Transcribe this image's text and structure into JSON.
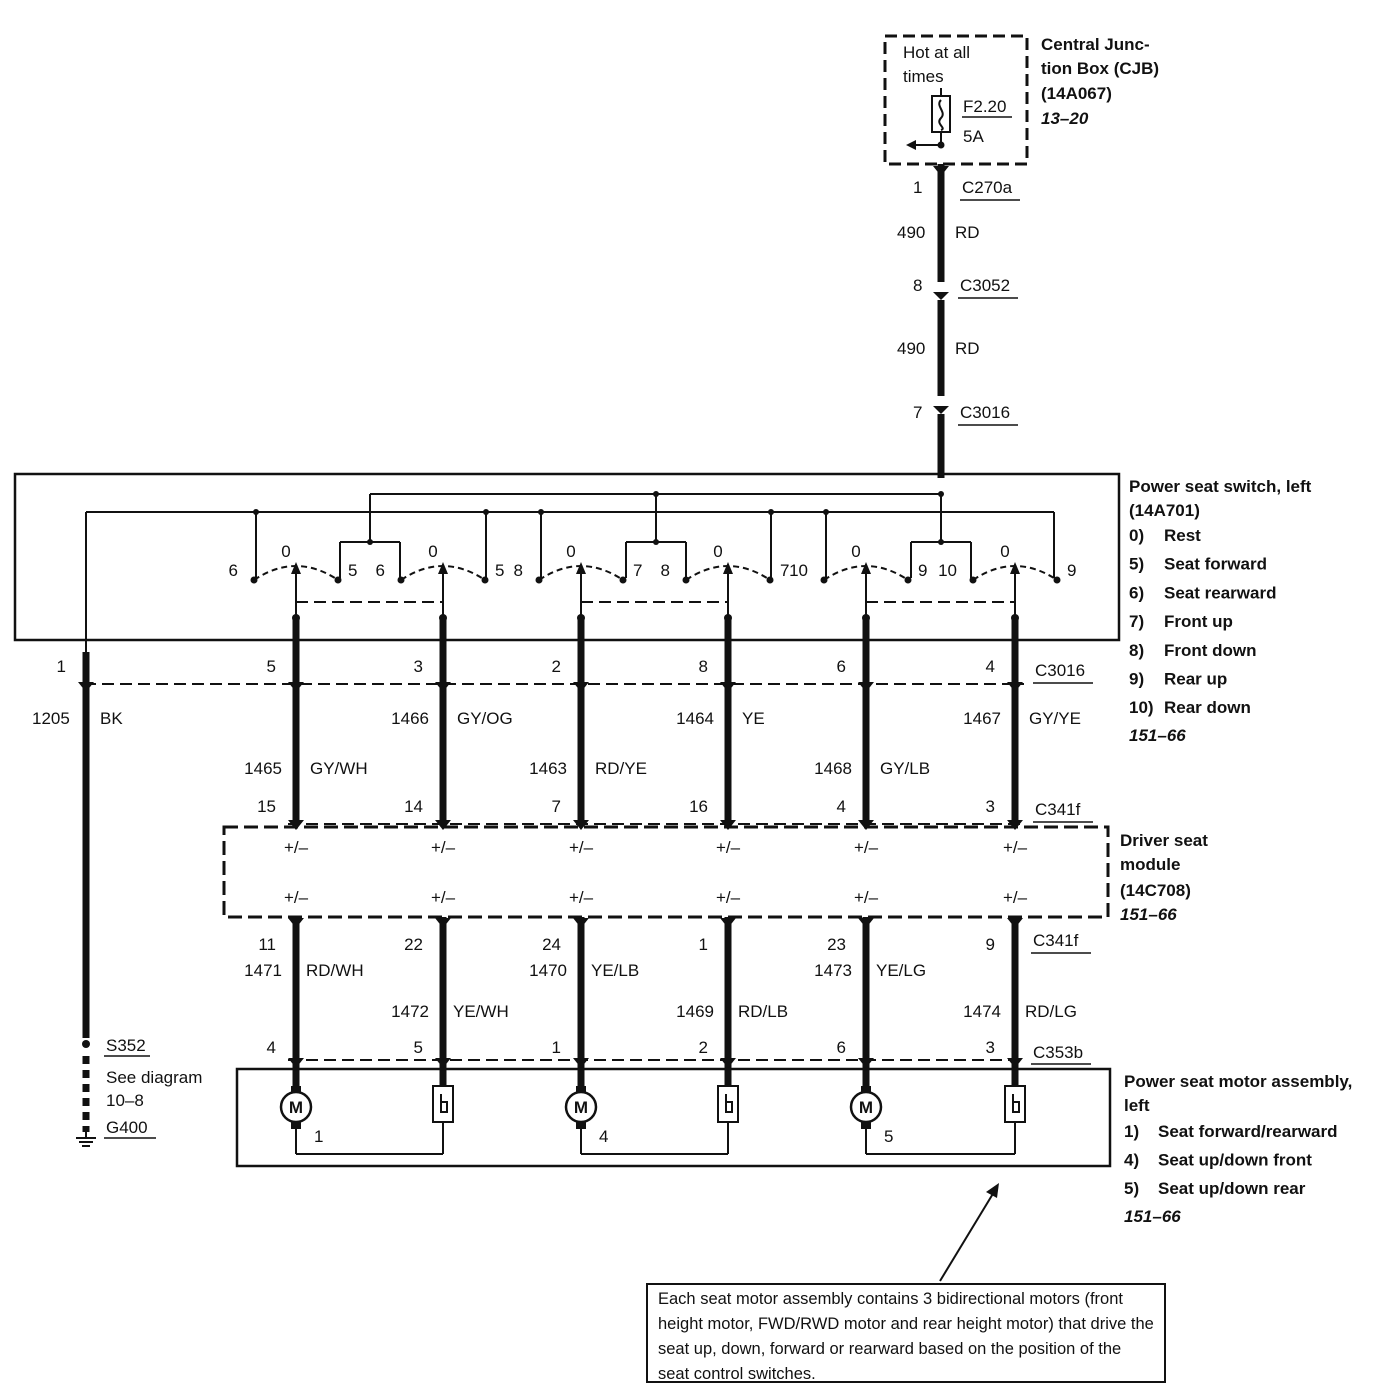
{
  "cjb": {
    "hot_label_1": "Hot at all",
    "hot_label_2": "times",
    "fuse_id": "F2.20",
    "fuse_rating": "5A",
    "title_1": "Central Junc-",
    "title_2": "tion Box (CJB)",
    "part_no": "(14A067)",
    "ref": "13–20"
  },
  "feed": {
    "conn_top": "C270a",
    "pin_top": "1",
    "circuit_1": "490",
    "color_1": "RD",
    "conn_mid": "C3052",
    "pin_mid": "8",
    "circuit_2": "490",
    "color_2": "RD",
    "conn_low": "C3016",
    "pin_low": "7"
  },
  "switch": {
    "title_1": "Power seat switch, left",
    "part_no": "(14A701)",
    "legend": [
      {
        "num": "0)",
        "text": "Rest"
      },
      {
        "num": "5)",
        "text": "Seat forward"
      },
      {
        "num": "6)",
        "text": "Seat rearward"
      },
      {
        "num": "7)",
        "text": "Front up"
      },
      {
        "num": "8)",
        "text": "Front down"
      },
      {
        "num": "9)",
        "text": "Rear up"
      },
      {
        "num": "10)",
        "text": "Rear down"
      }
    ],
    "ref": "151–66",
    "pos_labels": [
      "6",
      "0",
      "5",
      "6",
      "0",
      "5",
      "8",
      "0",
      "7",
      "8",
      "0",
      "7",
      "10",
      "0",
      "9",
      "10",
      "0",
      "9"
    ],
    "conn": "C3016",
    "pins": [
      "1",
      "5",
      "3",
      "2",
      "8",
      "6",
      "4"
    ]
  },
  "ground_wire": {
    "circuit": "1205",
    "color": "BK",
    "splice": "S352",
    "see_1": "See diagram",
    "see_2": "10–8",
    "ground": "G400"
  },
  "upper_wires": [
    {
      "circuit": "1465",
      "color": "GY/WH",
      "pin": "15"
    },
    {
      "circuit": "1466",
      "color": "GY/OG",
      "pin": "14"
    },
    {
      "circuit": "1463",
      "color": "RD/YE",
      "pin": "7"
    },
    {
      "circuit": "1464",
      "color": "YE",
      "pin": "16"
    },
    {
      "circuit": "1468",
      "color": "GY/LB",
      "pin": "4"
    },
    {
      "circuit": "1467",
      "color": "GY/YE",
      "pin": "3"
    }
  ],
  "module": {
    "conn_top": "C341f",
    "title_1": "Driver seat",
    "title_2": "module",
    "part_no": "(14C708)",
    "ref": "151–66",
    "polarity": "+/–",
    "conn_bottom": "C341f"
  },
  "lower_wires": [
    {
      "pin": "11",
      "circuit": "1471",
      "color": "RD/WH",
      "motor_pin": "4"
    },
    {
      "pin": "22",
      "circuit": "1472",
      "color": "YE/WH",
      "motor_pin": "5"
    },
    {
      "pin": "24",
      "circuit": "1470",
      "color": "YE/LB",
      "motor_pin": "1"
    },
    {
      "pin": "1",
      "circuit": "1469",
      "color": "RD/LB",
      "motor_pin": "2"
    },
    {
      "pin": "23",
      "circuit": "1473",
      "color": "YE/LG",
      "motor_pin": "6"
    },
    {
      "pin": "9",
      "circuit": "1474",
      "color": "RD/LG",
      "motor_pin": "3"
    }
  ],
  "motor_assy": {
    "conn": "C353b",
    "title_1": "Power seat motor assembly,",
    "title_2": "left",
    "legend": [
      {
        "num": "1)",
        "text": "Seat forward/rearward"
      },
      {
        "num": "4)",
        "text": "Seat up/down front"
      },
      {
        "num": "5)",
        "text": "Seat up/down rear"
      }
    ],
    "ref": "151–66",
    "motor_symbol": "M",
    "motor_nums": [
      "1",
      "4",
      "5"
    ]
  },
  "note": "Each seat motor assembly contains 3 bidirectional motors (front height motor, FWD/RWD motor and rear height motor) that drive the seat up, down, forward or rearward based on the position of the seat control switches."
}
